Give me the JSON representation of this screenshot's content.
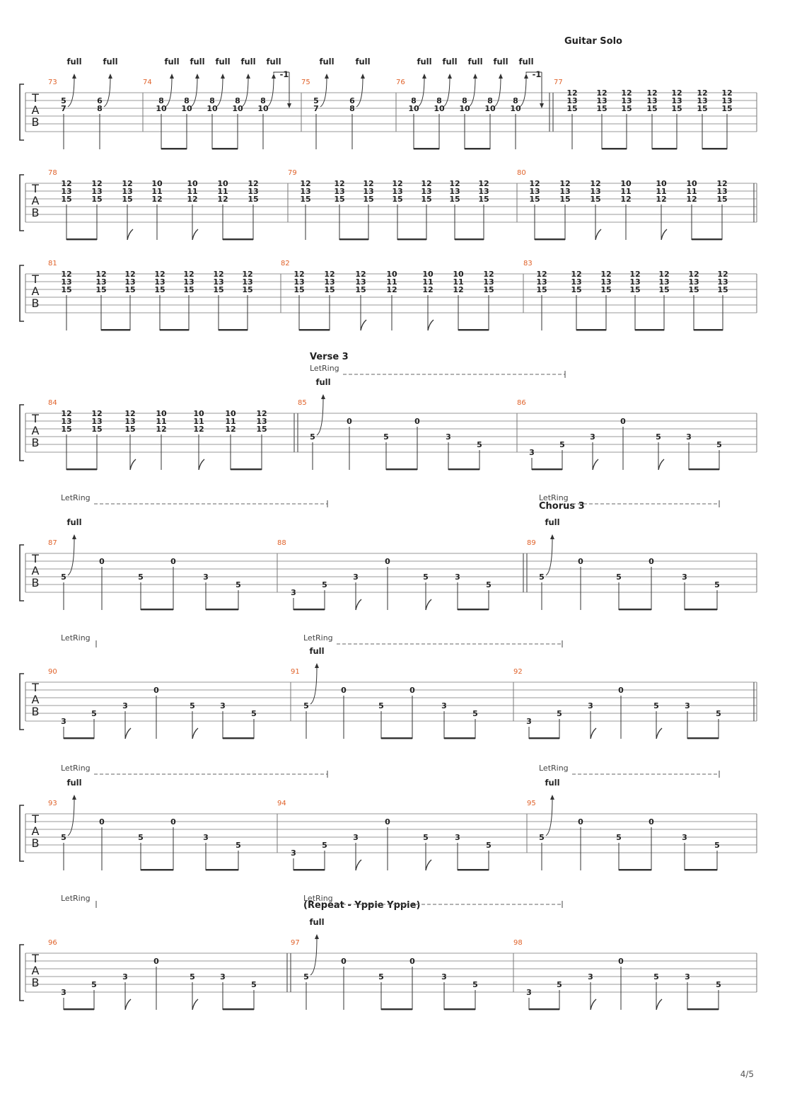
{
  "page_number": "4/5",
  "bend_label": "full",
  "release_label": "-1",
  "let_ring_label": "LetRing",
  "tab_clef": [
    "T",
    "A",
    "B"
  ],
  "chords": {
    "P": [
      "12",
      "13",
      "15"
    ],
    "Q": [
      "10",
      "11",
      "12"
    ]
  },
  "systems": [
    {
      "measures": [
        {
          "number": "73"
        },
        {
          "number": "74"
        },
        {
          "number": "75"
        },
        {
          "number": "76"
        },
        {
          "number": "77",
          "section": "Guitar Solo"
        }
      ]
    },
    {
      "measures": [
        {
          "number": "78"
        },
        {
          "number": "79"
        },
        {
          "number": "80"
        }
      ]
    },
    {
      "measures": [
        {
          "number": "81"
        },
        {
          "number": "82"
        },
        {
          "number": "83"
        }
      ]
    },
    {
      "measures": [
        {
          "number": "84"
        },
        {
          "number": "85",
          "section": "Verse 3"
        },
        {
          "number": "86"
        }
      ]
    },
    {
      "measures": [
        {
          "number": "87"
        },
        {
          "number": "88"
        },
        {
          "number": "89",
          "section": "Chorus 3"
        }
      ]
    },
    {
      "measures": [
        {
          "number": "90"
        },
        {
          "number": "91"
        },
        {
          "number": "92"
        }
      ]
    },
    {
      "measures": [
        {
          "number": "93"
        },
        {
          "number": "94"
        },
        {
          "number": "95"
        }
      ]
    },
    {
      "measures": [
        {
          "number": "96"
        },
        {
          "number": "97",
          "section": "(Repeat - Yppie Yppie)"
        },
        {
          "number": "98"
        }
      ]
    }
  ]
}
